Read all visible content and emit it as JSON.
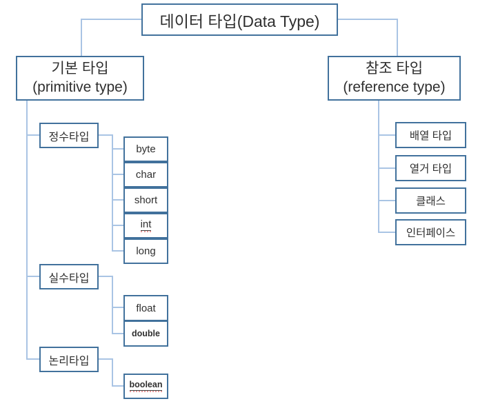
{
  "colors": {
    "box_border": "#41719c",
    "connector_line": "#a9c4e4",
    "text": "#2f2f2f",
    "spellcheck_underline": "#e89999"
  },
  "nodes": {
    "root": "데이터 타입(Data Type)",
    "primitive": {
      "ko": "기본 타입",
      "en": "(primitive type)"
    },
    "reference": {
      "ko": "참조 타입",
      "en": "(reference type)"
    },
    "integer_group": "정수타입",
    "float_group": "실수타입",
    "boolean_group": "논리타입",
    "integer_leaves": [
      "byte",
      "char",
      "short",
      "int",
      "long"
    ],
    "float_leaves": [
      "float",
      "double"
    ],
    "boolean_leaves": [
      "boolean"
    ],
    "reference_leaves": [
      "배열 타입",
      "열거 타입",
      "클래스",
      "인터페이스"
    ]
  }
}
